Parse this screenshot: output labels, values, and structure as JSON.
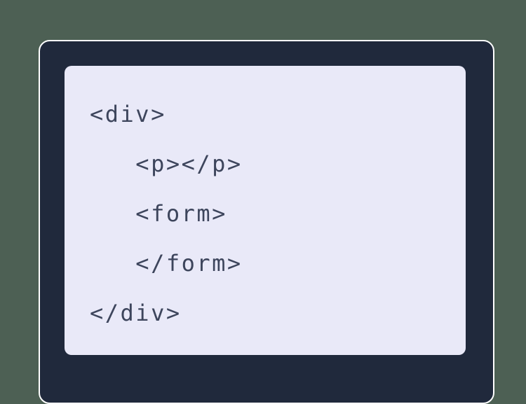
{
  "scene": {
    "background_color": "#4d6054"
  },
  "code_window": {
    "frame_color": "#20293c",
    "frame_border_color": "#ffffff",
    "panel_color": "#e9e9f8",
    "code_color": "#3d455c",
    "lines": [
      {
        "text": "<div>"
      },
      {
        "text": "   <p></p>"
      },
      {
        "text": "   <form>"
      },
      {
        "text": "   </form>"
      },
      {
        "text": "</div>"
      }
    ]
  }
}
